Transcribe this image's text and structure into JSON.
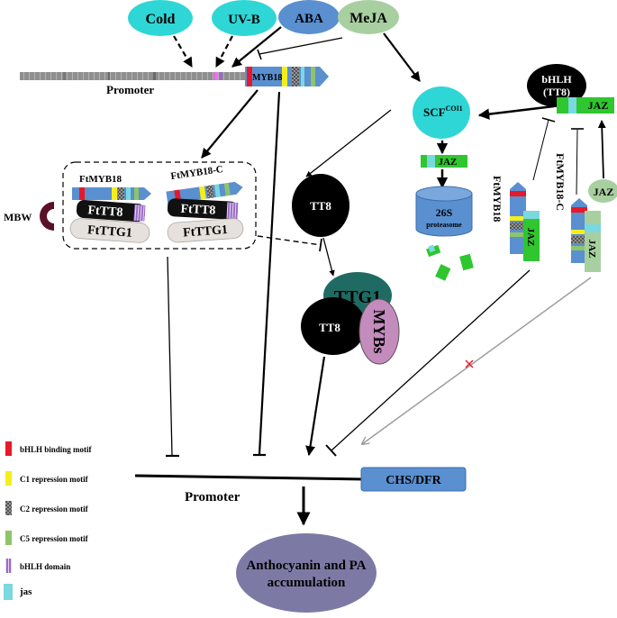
{
  "signals": {
    "cold": "Cold",
    "uvb": "UV-B",
    "aba": "ABA",
    "meja": "MeJA"
  },
  "promoter_top": "Promoter",
  "myb18_gene": "MYB18",
  "scf": {
    "main": "SCF",
    "sup": "COI1"
  },
  "bhlh": {
    "line1": "bHLH",
    "line2": "(TT8)"
  },
  "jaz": "JAZ",
  "proteasome": {
    "line1": "26S",
    "line2": "proteasome"
  },
  "ftmyb18_vertical": "FtMYB18",
  "ftmyb18c_vertical": "FtMYB18-C",
  "mbw": "MBW",
  "complex": {
    "left_label": "FtMYB18",
    "right_label": "FtMYB18-C",
    "tt8": "FtTT8",
    "ttg1": "FtTTG1"
  },
  "tt8": "TT8",
  "ttg1": "TTG1",
  "mybs": "MYBs",
  "legend": [
    {
      "label": "bHLH binding motif",
      "color": "#e8182a"
    },
    {
      "label": "C1 repression motif",
      "color": "#f4ef1c"
    },
    {
      "label": "C2 repression motif",
      "color": "#1a1a1a"
    },
    {
      "label": "C5 repression motif",
      "color": "#8ec46a"
    },
    {
      "label": "bHLH domain",
      "color": "#9a6cc6"
    },
    {
      "label": "jas",
      "color": "#7ad8e0"
    }
  ],
  "promoter_bottom": "Promoter",
  "chs_dfr": "CHS/DFR",
  "output": {
    "line1": "Anthocyanin and PA",
    "line2": "accumulation"
  },
  "colors": {
    "cyan": "#2fd6d6",
    "blue": "#5a8fd0",
    "green_sage": "#a8cfa0",
    "jaz_green": "#2fc62f",
    "ttg1_teal": "#1f6b63",
    "mybs_purple": "#c48bbd",
    "output_purple": "#7c7aa5",
    "mbw_maroon": "#5a1026"
  }
}
